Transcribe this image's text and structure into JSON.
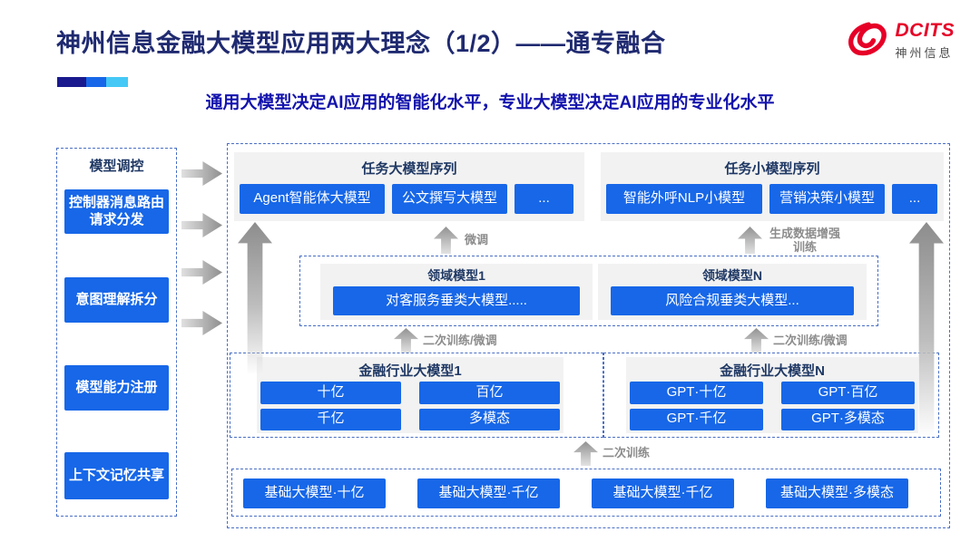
{
  "header": {
    "title": "神州信息金融大模型应用两大理念（1/2）——通专融合",
    "subtitle": "通用大模型决定AI应用的智能化水平，专业大模型决定AI应用的专业化水平",
    "logo_brand": "DCITS",
    "logo_brand_cn": "神州信息"
  },
  "colors": {
    "accent_blue": "#1767e8",
    "title_navy": "#1f2a70",
    "subtitle_blue": "#1313ad",
    "header_navy": "#1f3864",
    "panel_gray": "#f2f2f2",
    "dashed_border": "#4a6fc5",
    "arrow_gray": "#8f8f8f",
    "logo_red": "#e60027"
  },
  "sidebar": {
    "title": "模型调控",
    "items": [
      "控制器消息路由请求分发",
      "意图理解拆分",
      "模型能力注册",
      "上下文记忆共享"
    ]
  },
  "diagram": {
    "task_large": {
      "title": "任务大模型序列",
      "items": [
        "Agent智能体大模型",
        "公文撰写大模型",
        "..."
      ]
    },
    "task_small": {
      "title": "任务小模型序列",
      "items": [
        "智能外呼NLP小模型",
        "营销决策小模型",
        "..."
      ]
    },
    "domain_models": [
      {
        "title": "领域模型1",
        "item": "对客服务垂类大模型....."
      },
      {
        "title": "领域模型N",
        "item": "风险合规垂类大模型..."
      }
    ],
    "industry_models": [
      {
        "title": "金融行业大模型1",
        "items": [
          "十亿",
          "百亿",
          "千亿",
          "多模态"
        ]
      },
      {
        "title": "金融行业大模型N",
        "items": [
          "GPT·十亿",
          "GPT·百亿",
          "GPT·千亿",
          "GPT·多模态"
        ]
      }
    ],
    "base_models": [
      "基础大模型·十亿",
      "基础大模型·千亿",
      "基础大模型·千亿",
      "基础大模型·多模态"
    ],
    "labels": {
      "fine_tune": "微调",
      "gen_augment": "生成数据增强训练",
      "retrain_left": "二次训练/微调",
      "retrain_right": "二次训练/微调",
      "retrain_bottom": "二次训练"
    }
  }
}
